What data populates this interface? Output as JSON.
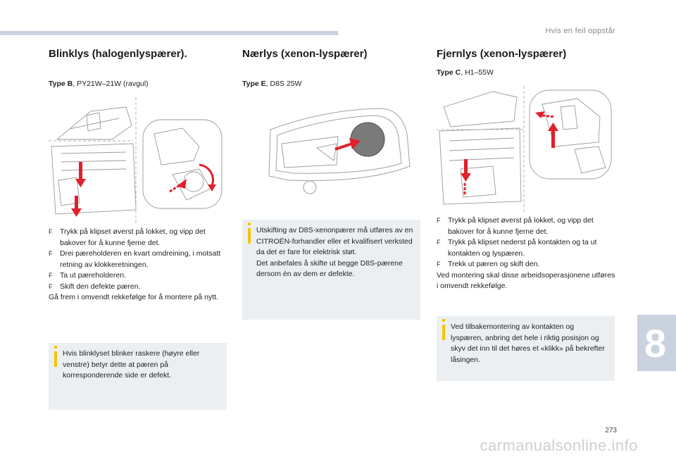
{
  "header": {
    "title": "Hvis en feil oppstår"
  },
  "col1": {
    "title": "Blinklys (halogenlyspærer).",
    "type_label": "Type B",
    "type_value": ", PY21W–21W (ravgul)",
    "steps": [
      "Trykk på klipset øverst på lokket, og vipp det bakover for å kunne fjerne det.",
      "Drei pæreholderen en kvart omdreining, i motsatt retning av klokkeretningen.",
      "Ta ut pæreholderen.",
      "Skift den defekte pæren."
    ],
    "closing": "Gå frem i omvendt rekkefølge for å montere på nytt.",
    "note": "Hvis blinklyset blinker raskere (høyre eller venstre) betyr dette at pæren på korresponderende side er defekt."
  },
  "col2": {
    "title": "Nærlys (xenon-lyspærer)",
    "type_label": "Type E",
    "type_value": ", D8S 25W",
    "note": "Utskifting av D8S-xenonpærer må utføres av en CITROËN-forhandler eller et kvalifisert verksted da det er fare for elektrisk støt.\nDet anbefales å skifte ut begge D8S-pærene dersom én av dem er defekte."
  },
  "col3": {
    "title": "Fjernlys (xenon-lyspærer)",
    "type_label": "Type C",
    "type_value": ", H1–55W",
    "steps": [
      "Trykk på klipset øverst på lokket, og vipp det bakover for å kunne fjerne det.",
      "Trykk på klipset nederst på kontakten og ta ut kontakten og lyspæren.",
      "Trekk ut pæren og skift den."
    ],
    "closing": "Ved montering skal disse arbeidsoperasjonene utføres i omvendt rekkefølge.",
    "note": "Ved tilbakemontering av kontakten og lyspæren, anbring det hele i riktig posisjon og skyv det inn til det høres et «klikk» på bekrefter låsingen."
  },
  "chapter": "8",
  "page_number": "273",
  "watermark": "carmanualsonline.info",
  "step_marker": "F",
  "colors": {
    "accent_bar": "#c9d2de",
    "note_bg": "#eceff2",
    "note_marker": "#f5c400",
    "arrow": "#e0202a"
  }
}
